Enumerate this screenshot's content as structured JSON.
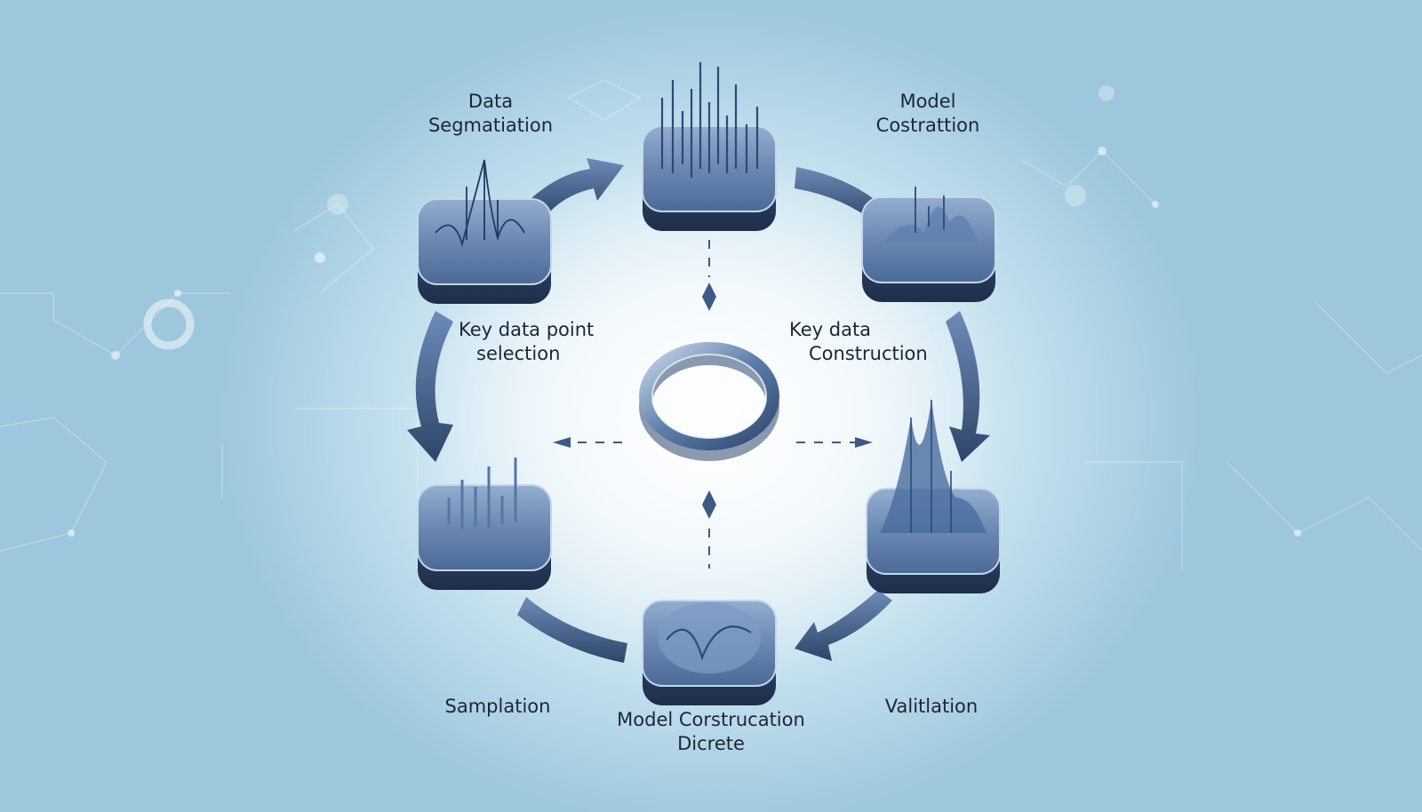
{
  "labels": {
    "data_segmentation": [
      "Data",
      "Segmatiation"
    ],
    "model_construction_top": [
      "Model",
      "Costrattion"
    ],
    "key_data_point_selection": [
      "Key data point",
      "selection"
    ],
    "key_data_construction": [
      "Key data",
      "Construction"
    ],
    "samplation": [
      "Samplation"
    ],
    "model_construction_discrete": [
      "Model Corstrucation",
      "Dicrete"
    ],
    "validation": [
      "Valitlation"
    ]
  },
  "colors": {
    "node_top": "#5a7aa6",
    "node_side": "#2b3e60",
    "arrow": "#3d5a85",
    "ring": "#4a6a96",
    "text": "#1d2635"
  },
  "icons": [
    "data-spikes-icon",
    "wave-chart-icon",
    "surface-plot-icon",
    "mesh-peaks-icon",
    "bar-peaks-icon",
    "dome-chart-icon",
    "ring-icon"
  ]
}
